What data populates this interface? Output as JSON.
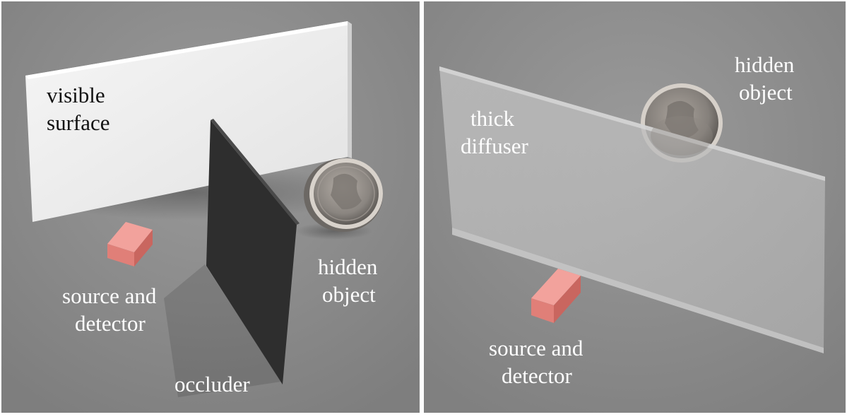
{
  "panels": [
    {
      "labels": {
        "visible_surface": [
          "visible",
          "surface"
        ],
        "source_detector": [
          "source and",
          "detector"
        ],
        "occluder": "occluder",
        "hidden_object": [
          "hidden",
          "object"
        ]
      }
    },
    {
      "labels": {
        "thick_diffuser": [
          "thick",
          "diffuser"
        ],
        "hidden_object": [
          "hidden",
          "object"
        ],
        "source_detector": [
          "source and",
          "detector"
        ]
      }
    }
  ],
  "colors": {
    "background": "#8c8c8c",
    "visible_surface": "#ececec",
    "occluder": "#2e2e2e",
    "source_detector": "#e07f78",
    "coin": "#8a8580",
    "diffuser": "#b5b5b5"
  }
}
